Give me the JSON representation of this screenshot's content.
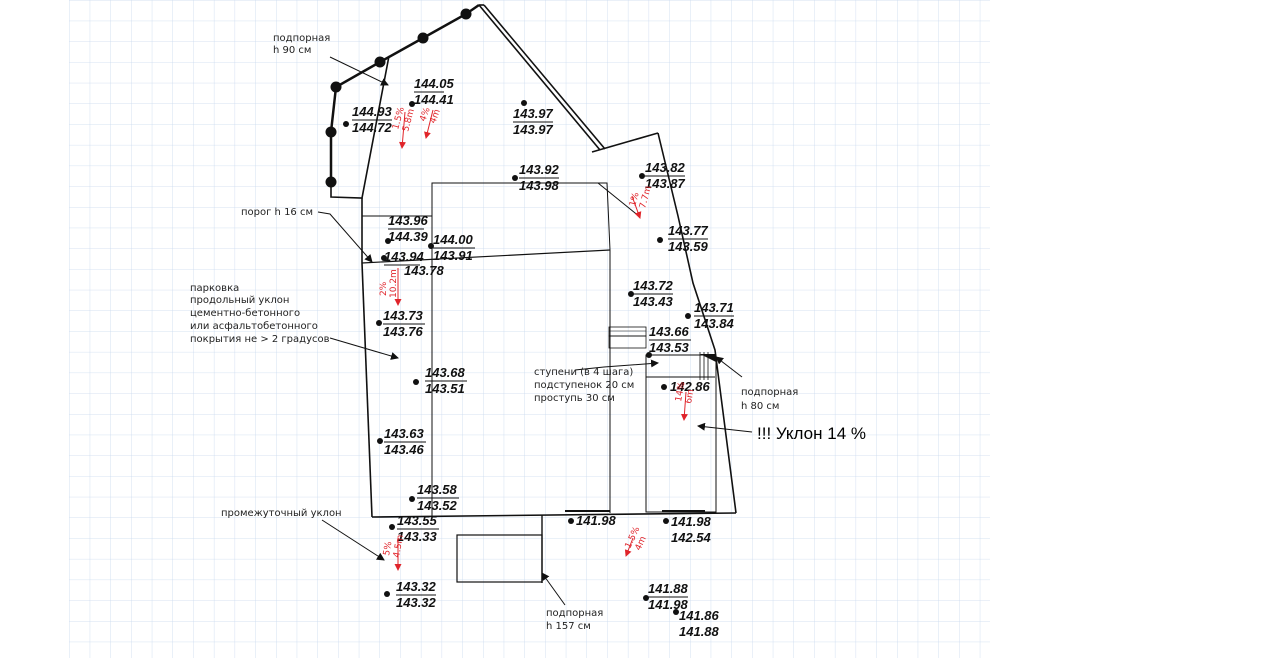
{
  "colors": {
    "grid": "#c9d9ee",
    "plan": "#111111",
    "slope": "#e0242a",
    "background": "#ffffff"
  },
  "icons": {
    "point": "black-dot-marker",
    "arrow": "arrowhead-icon"
  },
  "labels": {
    "retaining_wall_90": [
      "подпорная",
      "h 90 см"
    ],
    "threshold": "порог h 16 см",
    "parking": [
      "парковка",
      "продольный уклон",
      "цементно-бетонного",
      "или асфальтобетонного",
      "покрытия не > 2 градусов"
    ],
    "steps": [
      "ступени (в 4 шага)",
      "подступенок 20 см",
      "проступь 30 см"
    ],
    "retaining_wall_80": [
      "подпорная",
      "h 80 см"
    ],
    "slope_warning": "!!! Уклон 14 %",
    "intermediate_slope": "промежуточный уклон",
    "retaining_wall_157": [
      "подпорная",
      "h 157 см"
    ]
  },
  "elevations": [
    {
      "id": "e01",
      "top": "144.05",
      "bottom": "144.41"
    },
    {
      "id": "e02",
      "top": "144.93",
      "bottom": "144.72"
    },
    {
      "id": "e03",
      "top": "143.97",
      "bottom": "143.97"
    },
    {
      "id": "e04",
      "top": "143.92",
      "bottom": "143.98"
    },
    {
      "id": "e05",
      "top": "143.82",
      "bottom": "143.87"
    },
    {
      "id": "e06",
      "top": "143.96",
      "bottom": "144.39"
    },
    {
      "id": "e07",
      "top": "144.00",
      "bottom": "143.91"
    },
    {
      "id": "e08",
      "top": "143.94",
      "bottom": "143.78"
    },
    {
      "id": "e09",
      "top": "143.77",
      "bottom": "143.59"
    },
    {
      "id": "e10",
      "top": "143.72",
      "bottom": "143.43"
    },
    {
      "id": "e11",
      "top": "143.71",
      "bottom": "143.84"
    },
    {
      "id": "e12",
      "top": "143.73",
      "bottom": "143.76"
    },
    {
      "id": "e13",
      "top": "143.66",
      "bottom": "143.53"
    },
    {
      "id": "e14",
      "top": "143.68",
      "bottom": "143.51"
    },
    {
      "id": "e15",
      "top": "142.86",
      "bottom": ""
    },
    {
      "id": "e16",
      "top": "143.63",
      "bottom": "143.46"
    },
    {
      "id": "e17",
      "top": "143.58",
      "bottom": "143.52"
    },
    {
      "id": "e18",
      "top": "143.55",
      "bottom": "143.33"
    },
    {
      "id": "e19",
      "top": "141.98",
      "bottom": ""
    },
    {
      "id": "e20",
      "top": "141.98",
      "bottom": "142.54"
    },
    {
      "id": "e21",
      "top": "143.32",
      "bottom": "143.32"
    },
    {
      "id": "e22",
      "top": "141.88",
      "bottom": "141.98"
    },
    {
      "id": "e23",
      "top": "141.86",
      "bottom": "141.88"
    }
  ],
  "slopes": [
    {
      "id": "s01",
      "percent": "1.5%",
      "length": "5.8m"
    },
    {
      "id": "s02",
      "percent": "4%",
      "length": "4m"
    },
    {
      "id": "s03",
      "percent": "1%",
      "length": "7.7m"
    },
    {
      "id": "s04",
      "percent": "2%",
      "length": "10.2m"
    },
    {
      "id": "s05",
      "percent": "14%",
      "length": "6m"
    },
    {
      "id": "s06",
      "percent": "5%",
      "length": "4.5m"
    },
    {
      "id": "s07",
      "percent": "1.5%",
      "length": "4m"
    }
  ]
}
